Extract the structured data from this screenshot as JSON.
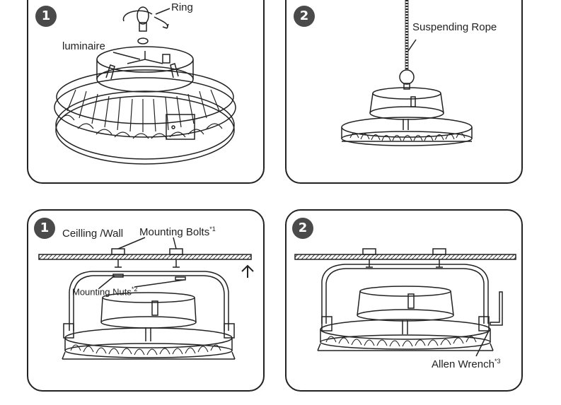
{
  "panels": [
    {
      "step": "1",
      "labels": {
        "ring": "Ring",
        "luminaire": "luminaire"
      }
    },
    {
      "step": "2",
      "labels": {
        "rope": "Suspending Rope"
      }
    },
    {
      "step": "1",
      "labels": {
        "ceiling": "Ceilling /Wall",
        "bolts": "Mounting Bolts",
        "bolts_note": "*1",
        "nuts": "Mounting Nuts",
        "nuts_note": "*2"
      }
    },
    {
      "step": "2",
      "labels": {
        "wrench": "Allen Wrench",
        "wrench_note": "*3"
      }
    }
  ]
}
